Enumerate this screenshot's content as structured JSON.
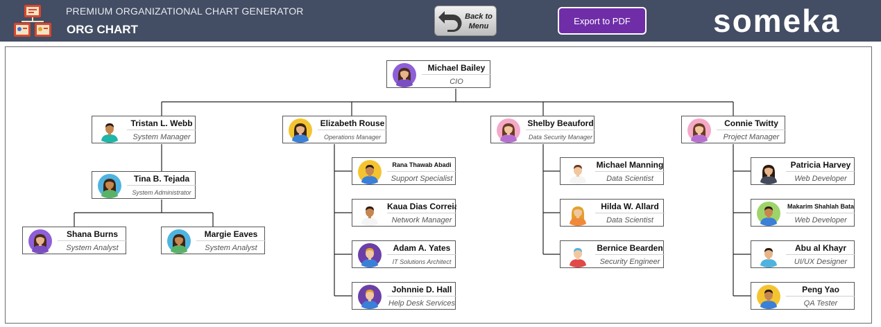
{
  "header": {
    "app_title": "PREMIUM ORGANIZATIONAL CHART GENERATOR",
    "page_title": "ORG CHART",
    "back_label_1": "Back to",
    "back_label_2": "Menu",
    "export_label": "Export to PDF",
    "logo_text": "someka"
  },
  "colors": {
    "header_bg": "#434d63",
    "export_btn": "#6f2da8"
  },
  "people": [
    {
      "id": "michael-bailey",
      "name": "Michael Bailey",
      "role": "CIO",
      "avatar": "woman-purple-icon"
    },
    {
      "id": "tristan-webb",
      "name": "Tristan L. Webb",
      "role": "System Manager",
      "avatar": "man-teal-icon"
    },
    {
      "id": "elizabeth-rouse",
      "name": "Elizabeth Rouse",
      "role": "Operations Manager",
      "avatar": "woman-blue-icon"
    },
    {
      "id": "shelby-beauford",
      "name": "Shelby Beauford",
      "role": "Data Security Manager",
      "avatar": "woman-pink-icon"
    },
    {
      "id": "connie-twitty",
      "name": "Connie Twitty",
      "role": "Project Manager",
      "avatar": "woman-pink-icon"
    },
    {
      "id": "tina-tejada",
      "name": "Tina B. Tejada",
      "role": "System Administrator",
      "avatar": "woman-green-icon"
    },
    {
      "id": "shana-burns",
      "name": "Shana Burns",
      "role": "System Analyst",
      "avatar": "woman-purple-icon"
    },
    {
      "id": "margie-eaves",
      "name": "Margie Eaves",
      "role": "System Analyst",
      "avatar": "woman-green-icon"
    },
    {
      "id": "rana-abadi",
      "name": "Rana Thawab Abadi",
      "role": "Support Specialist",
      "avatar": "man-beard-icon"
    },
    {
      "id": "kaua-correia",
      "name": "Kaua Dias Correia",
      "role": "Network Manager",
      "avatar": "man-tie-icon"
    },
    {
      "id": "adam-yates",
      "name": "Adam A. Yates",
      "role": "IT Solutions Architect",
      "avatar": "man-purple-icon"
    },
    {
      "id": "johnnie-hall",
      "name": "Johnnie D. Hall",
      "role": "Help Desk Services",
      "avatar": "man-purple-icon"
    },
    {
      "id": "michael-manning",
      "name": "Michael Manning",
      "role": "Data Scientist",
      "avatar": "man-white-icon"
    },
    {
      "id": "hilda-allard",
      "name": "Hilda W. Allard",
      "role": "Data Scientist",
      "avatar": "woman-blonde-icon"
    },
    {
      "id": "bernice-bearden",
      "name": "Bernice Bearden",
      "role": "Security Engineer",
      "avatar": "man-red-icon"
    },
    {
      "id": "patricia-harvey",
      "name": "Patricia Harvey",
      "role": "Web Developer",
      "avatar": "woman-dark-icon"
    },
    {
      "id": "makarim-bata",
      "name": "Makarim Shahlah Bata",
      "role": "Web Developer",
      "avatar": "man-green-icon"
    },
    {
      "id": "abu-khayr",
      "name": "Abu al Khayr",
      "role": "UI/UX Designer",
      "avatar": "man-blue-icon"
    },
    {
      "id": "peng-yao",
      "name": "Peng Yao",
      "role": "QA Tester",
      "avatar": "man-beard-icon"
    }
  ]
}
